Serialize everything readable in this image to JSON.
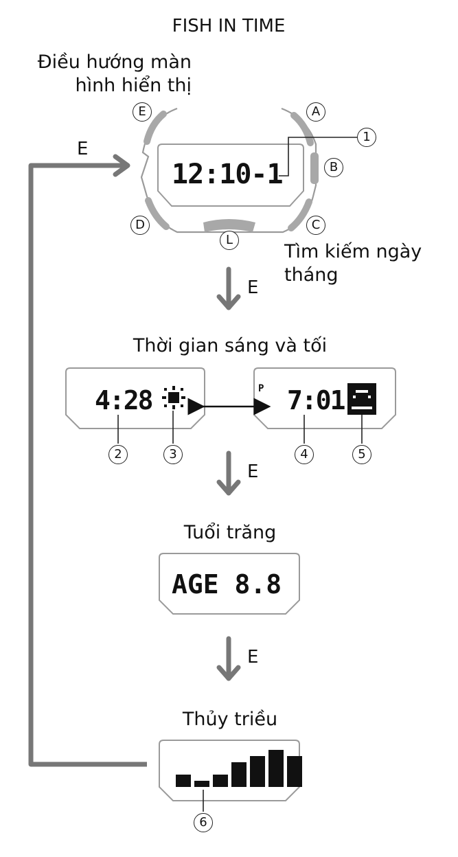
{
  "title": "FISH IN TIME",
  "nav_label": "Điều hướng màn hình hiển thị",
  "nav_label_lines": [
    "Điều hướng màn",
    "hình hiển thị"
  ],
  "search_label_lines": [
    "Tìm kiếm ngày",
    "tháng"
  ],
  "buttons": {
    "a": "A",
    "b": "B",
    "c": "C",
    "d": "D",
    "e": "E",
    "l": "L"
  },
  "transition_key": "E",
  "screens": {
    "time": {
      "display": "12:10-1"
    },
    "sun": {
      "title": "Thời gian sáng và tối",
      "sunrise": "4:28",
      "pm_flag": "P",
      "sunset": "7:01"
    },
    "moon": {
      "title": "Tuổi trăng",
      "display": "AGE 8.8"
    },
    "tide": {
      "title": "Thủy triều",
      "bar_levels": [
        2,
        1,
        2,
        4,
        5,
        6,
        5
      ]
    }
  },
  "callouts": [
    "1",
    "2",
    "3",
    "4",
    "5",
    "6"
  ],
  "colors": {
    "arrow": "#777777",
    "bezel": "#a8a8a8",
    "frame": "#9a9a9a",
    "lcd_text": "#111111"
  }
}
